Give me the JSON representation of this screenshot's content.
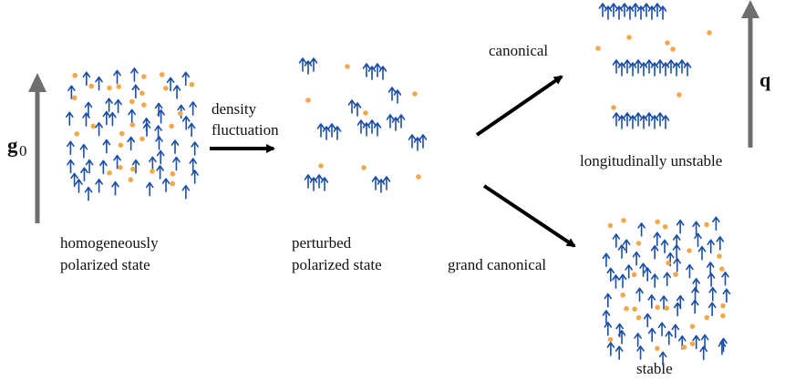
{
  "labels": {
    "g0_main": "g",
    "g0_sub": "0",
    "q": "q",
    "homogeneous_line1": "homogeneously",
    "homogeneous_line2": "polarized state",
    "density_line1": "density",
    "density_line2": "fluctuation",
    "perturbed_line1": "perturbed",
    "perturbed_line2": "polarized state",
    "canonical": "canonical",
    "grand_canonical": "grand canonical",
    "longitudinally_unstable": "longitudinally unstable",
    "stable": "stable"
  },
  "colors": {
    "spin_arrow": "#1a4ea8",
    "particle_dot": "#f4a84a",
    "field_arrow": "#6e6e6e",
    "process_arrow": "#000000"
  },
  "icons": {
    "spin": "up-arrow-icon",
    "particle": "dot-icon",
    "field": "field-arrow-icon"
  }
}
